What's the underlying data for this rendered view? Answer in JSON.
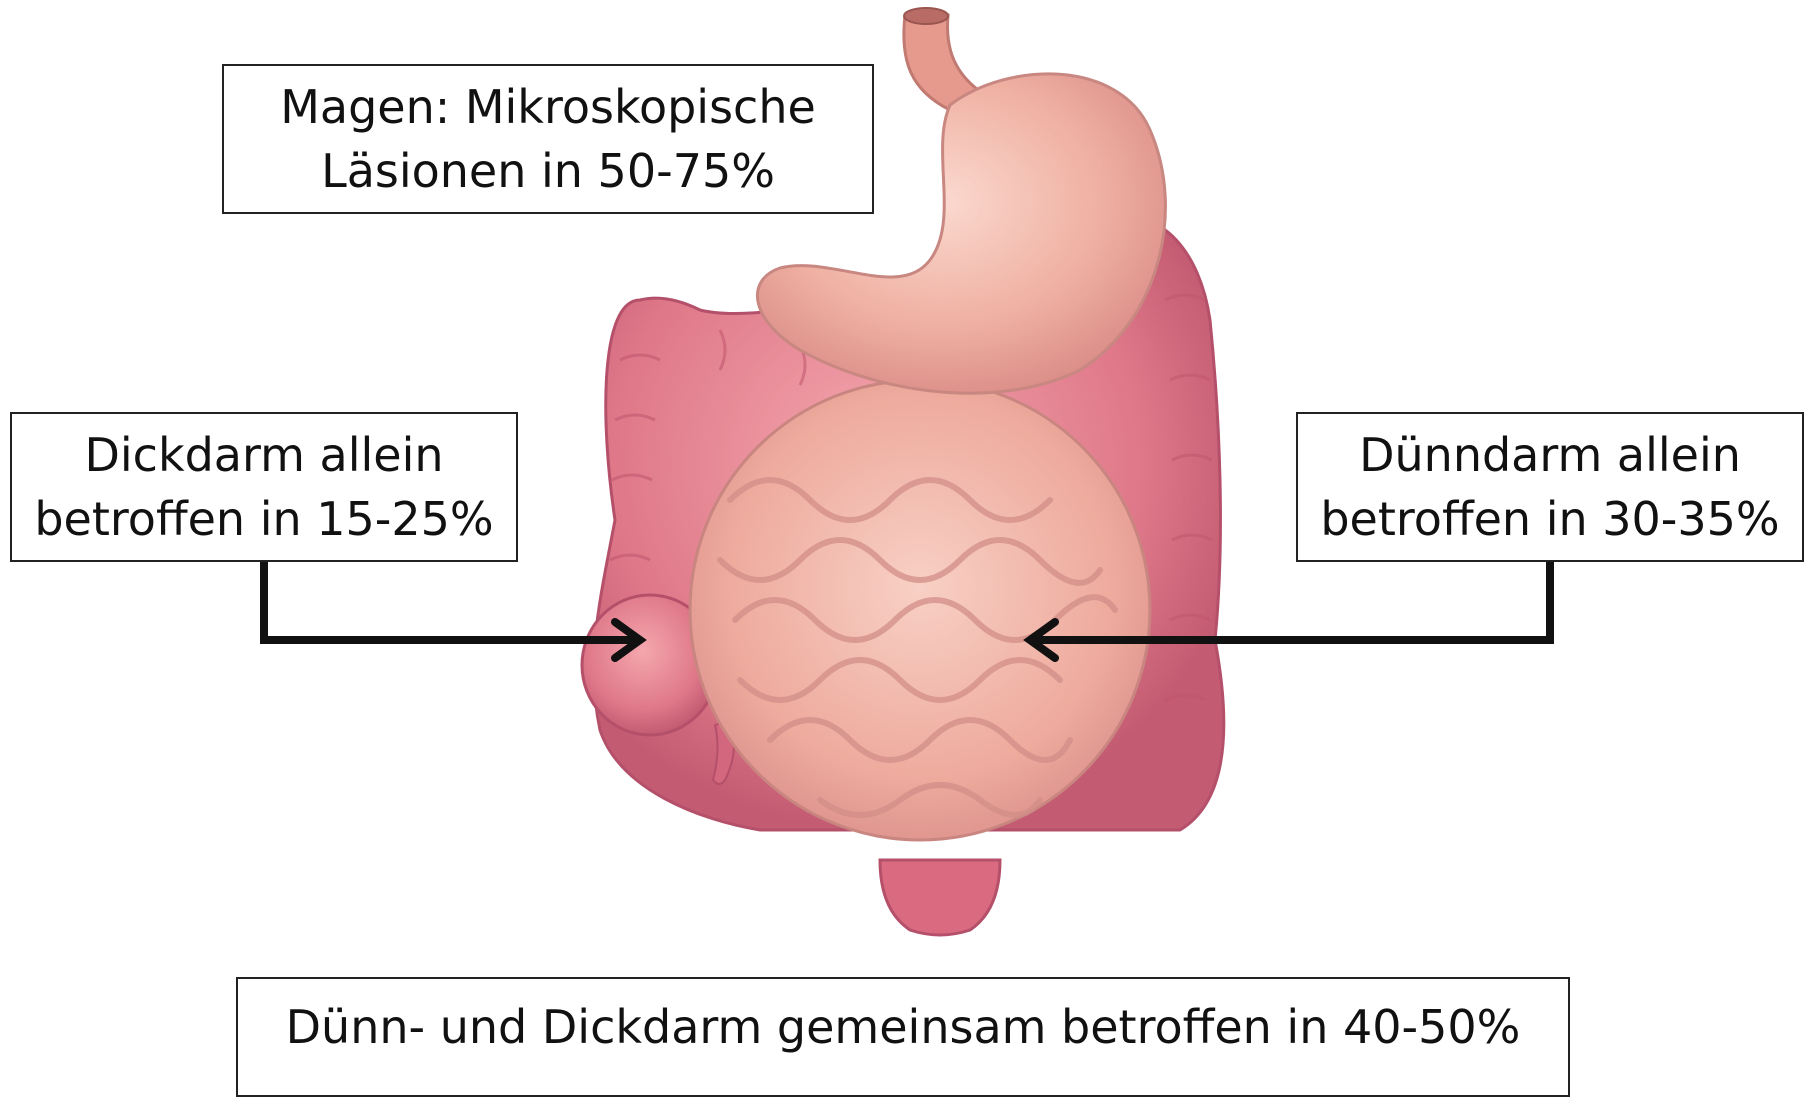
{
  "labels": {
    "stomach": {
      "line1": "Magen: Mikroskopische",
      "line2": "Läsionen in 50-75%"
    },
    "large_intestine": {
      "line1": "Dickdarm allein",
      "line2": "betroffen in 15-25%"
    },
    "small_intestine": {
      "line1": "Dünndarm allein",
      "line2": "betroffen in 30-35%"
    },
    "both": {
      "line1": "Dünn- und Dickdarm gemeinsam betroffen in 40-50%"
    }
  },
  "colors": {
    "stomach": "#efb3a6",
    "colon": "#e07b8a",
    "small_intestine": "#f2b7a8",
    "arrow": "#111111"
  }
}
